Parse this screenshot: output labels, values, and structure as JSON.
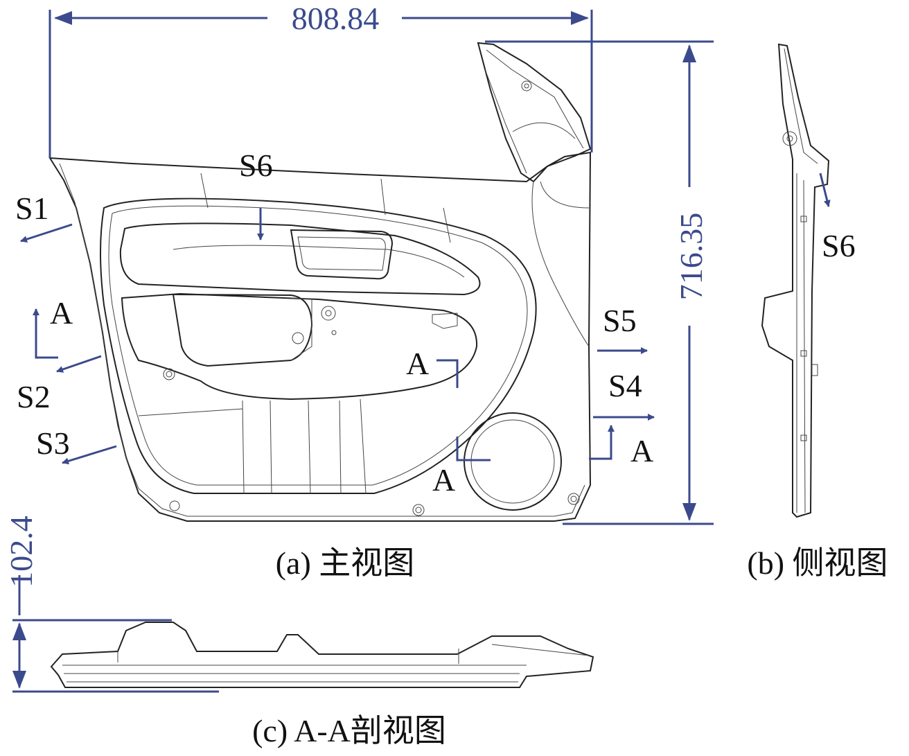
{
  "dimensions": {
    "width_label": "808.84",
    "height_label": "716.35",
    "depth_label": "102.4"
  },
  "labels": {
    "s1": "S1",
    "s2": "S2",
    "s3": "S3",
    "s4": "S4",
    "s5": "S5",
    "s6_main": "S6",
    "s6_side": "S6",
    "section_a_left": "A",
    "section_a_mid_top": "A",
    "section_a_mid_bottom": "A",
    "section_a_right": "A"
  },
  "captions": {
    "main_view": "(a) 主视图",
    "side_view": "(b) 侧视图",
    "section_view": "(c) A-A剖视图"
  },
  "colors": {
    "dimension": "#3b4a8c",
    "outline": "#222222"
  }
}
